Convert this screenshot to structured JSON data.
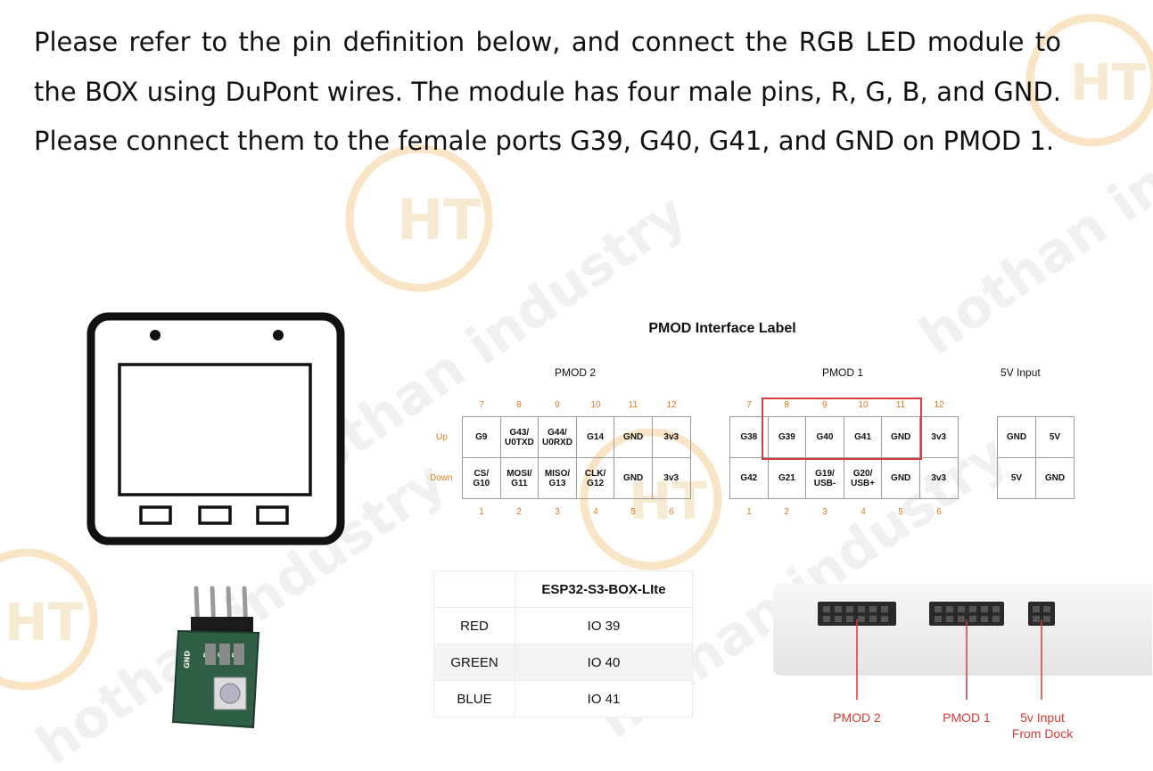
{
  "intro_text": "Please refer to the pin definition below, and connect the RGB LED module to the BOX using DuPont wires. The module has four male pins, R, G, B, and GND. Please connect them to the female ports G39, G40, G41, and GND on PMOD 1.",
  "watermark_text": "hothan industry",
  "watermark_logo": "HT",
  "module_pin_labels": [
    "GND",
    "R",
    "G",
    "B"
  ],
  "pmod": {
    "title": "PMOD Interface Label",
    "row_up": "Up",
    "row_down": "Down",
    "groups": [
      {
        "name": "PMOD 2",
        "up_numbers": [
          "7",
          "8",
          "9",
          "10",
          "11",
          "12"
        ],
        "up_row": [
          "G9",
          "G43/\nU0TXD",
          "G44/\nU0RXD",
          "G14",
          "GND",
          "3v3"
        ],
        "down_row": [
          "CS/\nG10",
          "MOSI/\nG11",
          "MISO/\nG13",
          "CLK/\nG12",
          "GND",
          "3v3"
        ],
        "down_numbers": [
          "1",
          "2",
          "3",
          "4",
          "5",
          "6"
        ]
      },
      {
        "name": "PMOD 1",
        "up_numbers": [
          "7",
          "8",
          "9",
          "10",
          "11",
          "12"
        ],
        "up_row": [
          "G38",
          "G39",
          "G40",
          "G41",
          "GND",
          "3v3"
        ],
        "down_row": [
          "G42",
          "G21",
          "G19/\nUSB-",
          "G20/\nUSB+",
          "GND",
          "3v3"
        ],
        "down_numbers": [
          "1",
          "2",
          "3",
          "4",
          "5",
          "6"
        ]
      },
      {
        "name": "5V Input",
        "up_row": [
          "GND",
          "5V"
        ],
        "down_row": [
          "5V",
          "GND"
        ]
      }
    ]
  },
  "mapping_table": {
    "header": [
      "",
      "ESP32-S3-BOX-LIte"
    ],
    "rows": [
      [
        "RED",
        "IO 39"
      ],
      [
        "GREEN",
        "IO 40"
      ],
      [
        "BLUE",
        "IO 41"
      ]
    ]
  },
  "photo_labels": {
    "pmod2": "PMOD 2",
    "pmod1": "PMOD 1",
    "input_line1": "5v Input",
    "input_line2": "From Dock"
  },
  "colors": {
    "pin_number": "#d97c1d",
    "highlight": "#d63b3b",
    "watermark": "#f3c27a"
  }
}
